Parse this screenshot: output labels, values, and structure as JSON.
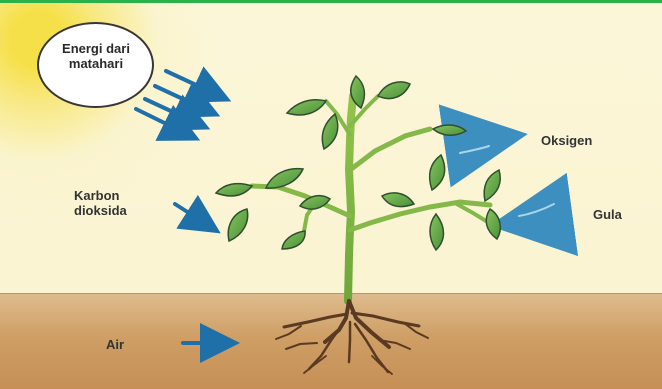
{
  "labels": {
    "sun": "Energi dari\nmatahari",
    "co2": "Karbon\ndioksida",
    "oxygen": "Oksigen",
    "sugar": "Gula",
    "water": "Air"
  },
  "colors": {
    "border_green": "#2bb14a",
    "arrow_blue": "#1f6fa8",
    "curve_blue": "#5fa9d3",
    "sun_yellow": "#f6e04a",
    "leaf_green": "#6bb553",
    "stem_green": "#8abd48",
    "root_brown": "#5a3a22"
  }
}
